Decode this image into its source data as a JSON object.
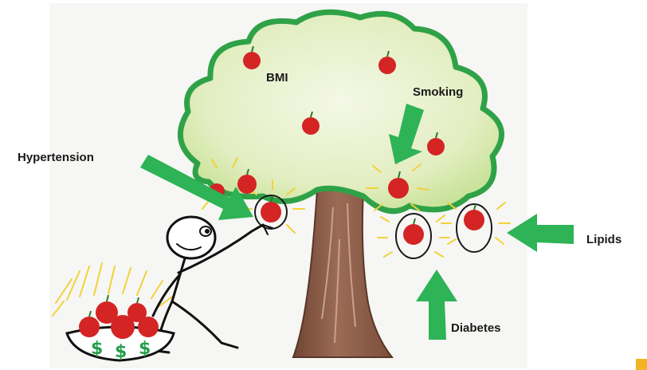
{
  "labels": {
    "bmi": "BMI",
    "smoking": "Smoking",
    "hypertension": "Hypertension",
    "lipids": "Lipids",
    "diabetes": "Diabetes"
  },
  "basket_symbols": [
    "$",
    "$",
    "$"
  ],
  "colors": {
    "arrow": "#2eb356",
    "canopy_fill": "#e7f0c8",
    "canopy_outline": "#2fa248",
    "apple": "#d42424",
    "trunk": "#8a5a46",
    "glow": "#f2d23a",
    "dollar": "#23a04a",
    "corner_mark": "#f4b324"
  },
  "icons": [
    "apple-icon",
    "stick-figure",
    "basket-icon",
    "arrow-icon"
  ]
}
